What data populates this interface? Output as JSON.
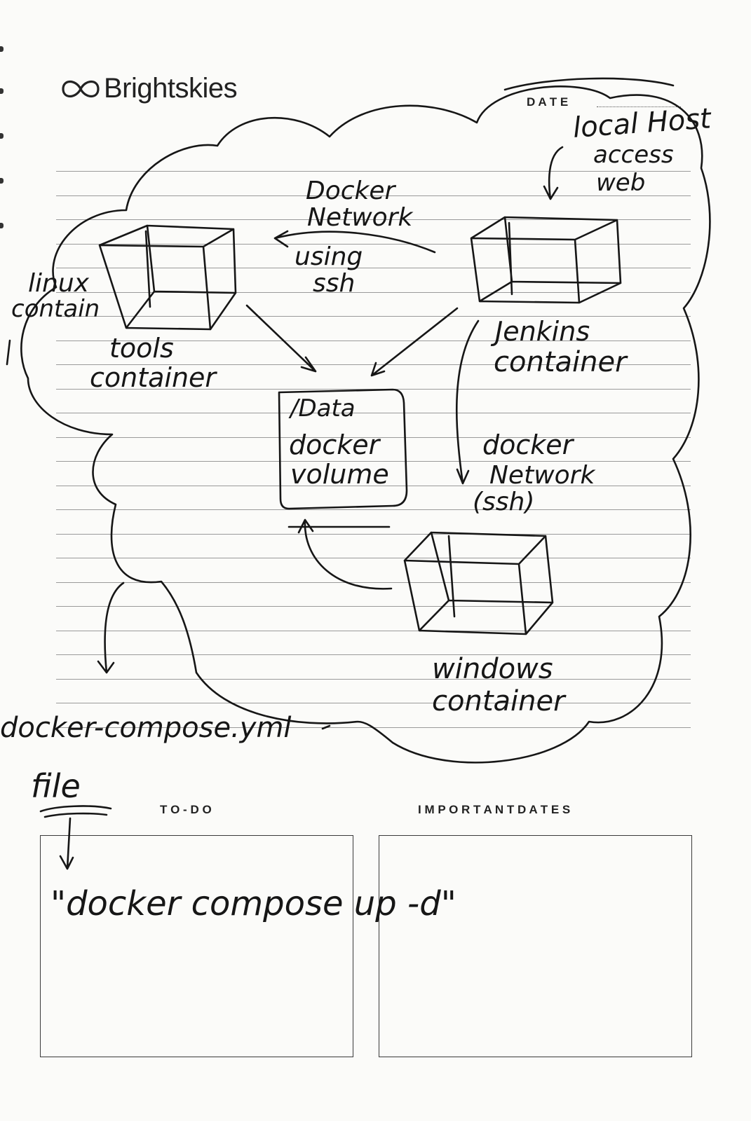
{
  "header": {
    "brand_name": "Brightskies",
    "date_label": "D A T E"
  },
  "sections": {
    "todo_label": "T O - D O",
    "important_dates_label": "I M P O R T A N T   D A T E S"
  },
  "handwriting": {
    "localhost": [
      "local Host",
      "access",
      "web"
    ],
    "docker_network_top": [
      "Docker",
      "Network"
    ],
    "using_ssh": [
      "using",
      "ssh"
    ],
    "linux_container": [
      "linux",
      "contain"
    ],
    "tools_container": [
      "tools",
      "container"
    ],
    "jenkins_container": [
      "Jenkins",
      "container"
    ],
    "data_volume_path": "/Data",
    "docker_volume": [
      "docker",
      "volume"
    ],
    "docker_network_ssh": [
      "docker",
      "Network",
      "(ssh)"
    ],
    "windows_container": [
      "windows",
      "container"
    ],
    "compose_file": "docker-compose.yml",
    "file_word": "file",
    "command": "\"docker compose up -d\""
  },
  "colors": {
    "ink": "#161616",
    "rule": "#9a9a9a",
    "paper": "#fbfbf9"
  }
}
